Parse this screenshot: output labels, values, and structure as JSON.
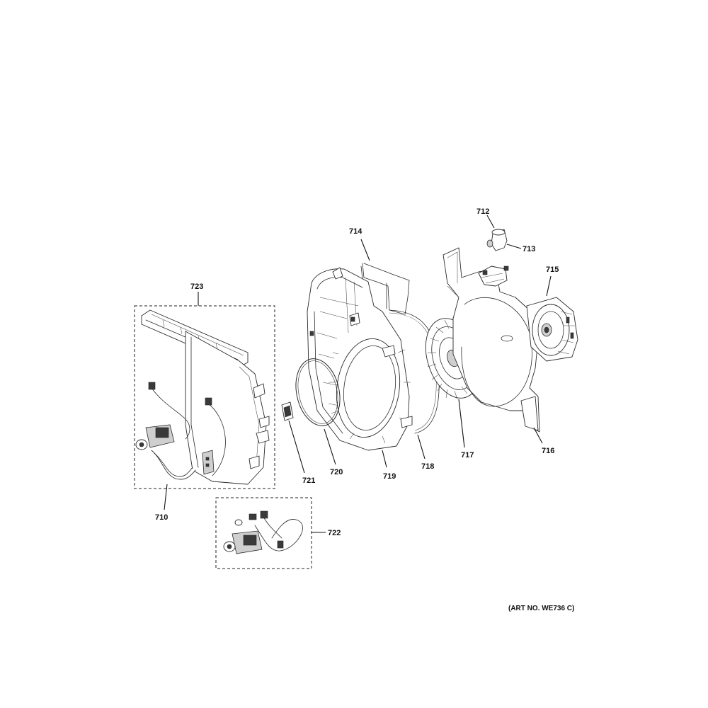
{
  "labels": {
    "p710": "710",
    "p712": "712",
    "p713": "713",
    "p714": "714",
    "p715": "715",
    "p716": "716",
    "p717": "717",
    "p718": "718",
    "p719": "719",
    "p720": "720",
    "p721": "721",
    "p722": "722",
    "p723": "723"
  },
  "art_number": "(ART NO. WE736 C)"
}
